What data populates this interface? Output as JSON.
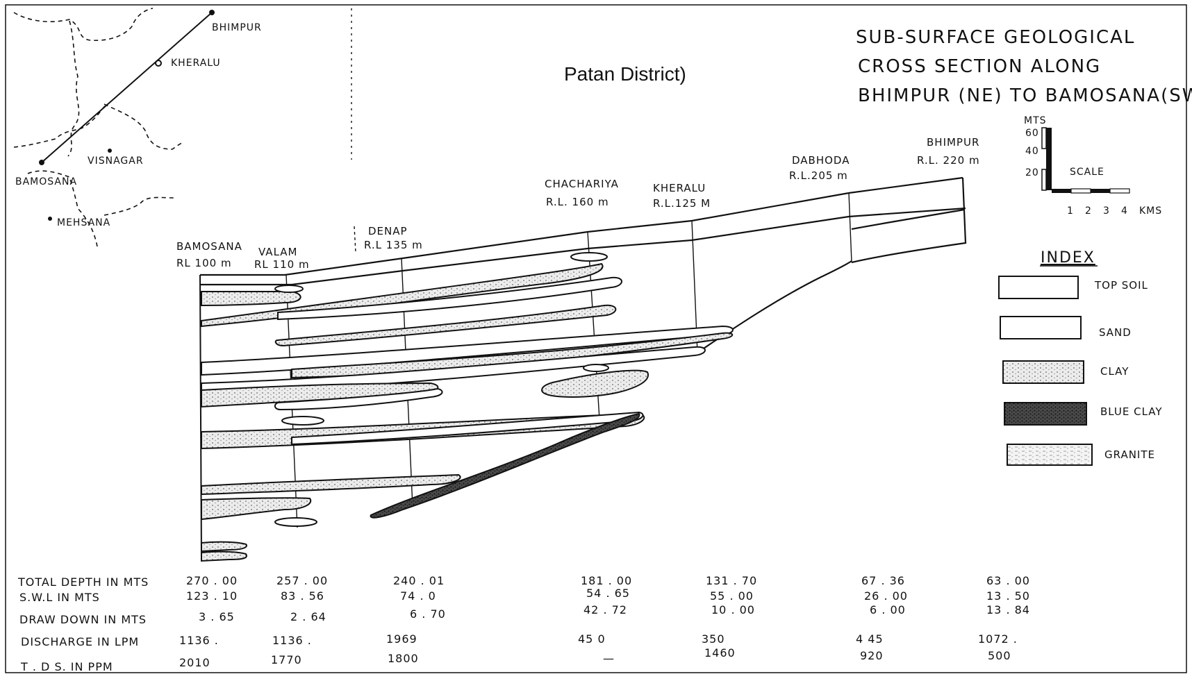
{
  "title_lines": [
    "SUB-SURFACE GEOLOGICAL",
    "CROSS SECTION ALONG",
    "BHIMPUR (NE) TO BAMOSANA(SW)"
  ],
  "caption": "Patan District)",
  "inset_map": {
    "places": [
      "BHIMPUR",
      "KHERALU",
      "VISNAGAR",
      "BAMOSANA",
      "MEHSANA"
    ]
  },
  "wells": [
    {
      "name": "BAMOSANA",
      "rl": "RL 100 m"
    },
    {
      "name": "VALAM",
      "rl": "RL 110 m"
    },
    {
      "name": "DENAP",
      "rl": "R.L 135 m"
    },
    {
      "name": "CHACHARIYA",
      "rl": "R.L. 160 m"
    },
    {
      "name": "KHERALU",
      "rl": "R.L.125 M"
    },
    {
      "name": "DABHODA",
      "rl": "R.L.205 m"
    },
    {
      "name": "BHIMPUR",
      "rl": "R.L. 220 m"
    }
  ],
  "scale": {
    "unit_label": "MTS",
    "vertical_ticks": [
      "60",
      "40",
      "20"
    ],
    "title": "SCALE",
    "horizontal_ticks": [
      "1",
      "2",
      "3",
      "4"
    ],
    "horizontal_unit": "KMS"
  },
  "index": {
    "title": "INDEX",
    "items": [
      {
        "label": "TOP SOIL",
        "pattern": "plain"
      },
      {
        "label": "SAND",
        "pattern": "plain"
      },
      {
        "label": "CLAY",
        "pattern": "clay"
      },
      {
        "label": "BLUE CLAY",
        "pattern": "blue"
      },
      {
        "label": "GRANITE",
        "pattern": "granite"
      }
    ]
  },
  "table": {
    "rows": [
      {
        "label": "TOTAL DEPTH IN MTS",
        "values": [
          "270 . 00",
          "257 . 00",
          "240 . 01",
          "181 . 00",
          "131 . 70",
          "67 . 36",
          "63 . 00"
        ]
      },
      {
        "label": "S.W.L IN MTS",
        "values": [
          "123 . 10",
          "83 . 56",
          "74 . 0",
          "54 . 65",
          "55 . 00",
          "26 . 00",
          "13 . 50"
        ]
      },
      {
        "label": "DRAW DOWN IN MTS",
        "values": [
          "3 . 65",
          "2 . 64",
          "6 . 70",
          "42 . 72",
          "10 . 00",
          "6 . 00",
          "13 . 84"
        ]
      },
      {
        "label": "DISCHARGE IN LPM",
        "values": [
          "1136 .",
          "1136 .",
          "1969",
          "45 0",
          "350",
          "4 45",
          "1072 ."
        ]
      },
      {
        "label": "T . D S. IN PPM",
        "values": [
          "2010",
          "1770",
          "1800",
          "—",
          "1460",
          "920",
          "500"
        ]
      }
    ]
  },
  "colors": {
    "ink": "#111111",
    "background": "#ffffff"
  }
}
